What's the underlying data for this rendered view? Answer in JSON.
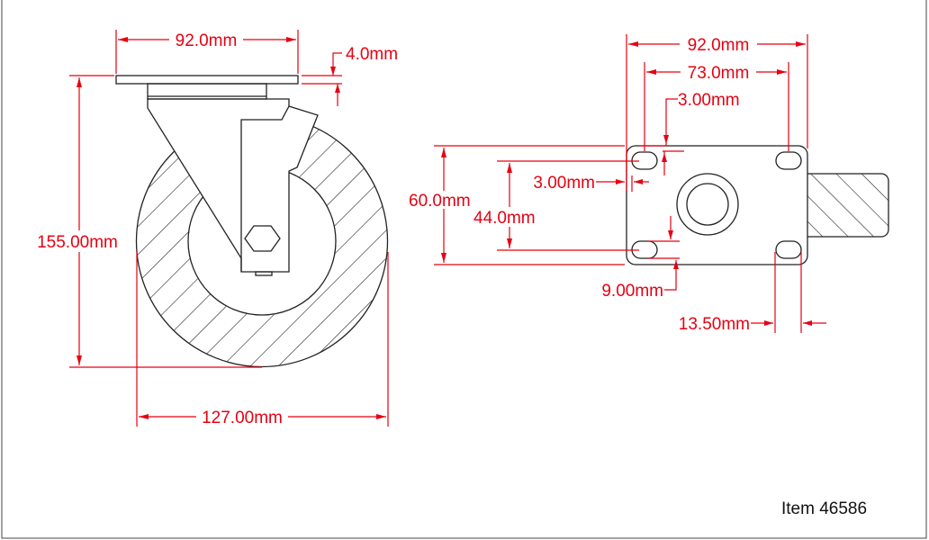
{
  "colors": {
    "dimension": "#e60012",
    "outline": "#222222"
  },
  "side_view": {
    "plate_width": "92.0mm",
    "plate_thickness": "4.0mm",
    "overall_height": "155.00mm",
    "wheel_diameter": "127.00mm"
  },
  "top_view": {
    "plate_width": "92.0mm",
    "hole_spacing_width": "73.0mm",
    "slot_offset_top": "3.00mm",
    "slot_offset_side": "3.00mm",
    "plate_length": "60.0mm",
    "hole_spacing_length": "44.0mm",
    "slot_width": "9.00mm",
    "slot_length": "13.50mm"
  },
  "item_label": "Item 46586"
}
